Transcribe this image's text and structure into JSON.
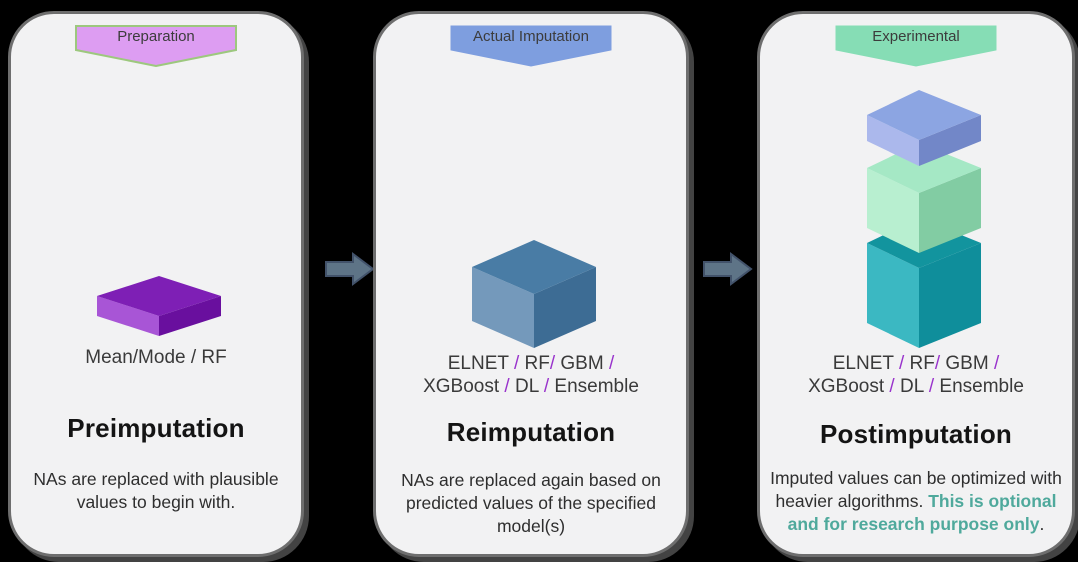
{
  "stage": {
    "background": "#000000",
    "panel_bg": "#F2F2F3",
    "panel_border": "#6E6E6E"
  },
  "arrow": {
    "fill": "#5E7487",
    "stroke": "#42526A"
  },
  "panels": [
    {
      "name": "preimputation",
      "ribbon": {
        "label": "Preparation",
        "fill": "#DD9DF2",
        "stroke": "#9DC87E"
      },
      "box": {
        "type": "flat-slab",
        "top": "#7E1FB5",
        "left": "#A855D6",
        "right": "#690F9E"
      },
      "models": {
        "lines": [
          [
            {
              "t": "Mean/Mode / RF"
            }
          ]
        ]
      },
      "heading": "Preimputation",
      "description": {
        "lines": [
          [
            {
              "t": "NAs are replaced with plausible values to begin with."
            }
          ]
        ]
      }
    },
    {
      "name": "reimputation",
      "ribbon": {
        "label": "Actual Imputation",
        "fill": "#7E9EDF",
        "stroke": "#7E9EDF"
      },
      "box": {
        "type": "cube",
        "top": "#497CA5",
        "left": "#7499BB",
        "right": "#3D6C94"
      },
      "models": {
        "lines": [
          [
            {
              "t": "ELNET "
            },
            {
              "t": "/",
              "color": "#9933CC"
            },
            {
              "t": " RF"
            },
            {
              "t": "/",
              "color": "#9933CC"
            },
            {
              "t": " GBM "
            },
            {
              "t": "/",
              "color": "#9933CC"
            }
          ],
          [
            {
              "t": "XGBoost "
            },
            {
              "t": "/",
              "color": "#9933CC"
            },
            {
              "t": " DL "
            },
            {
              "t": "/",
              "color": "#9933CC"
            },
            {
              "t": " Ensemble"
            }
          ]
        ]
      },
      "heading": "Reimputation",
      "description": {
        "lines": [
          [
            {
              "t": "NAs are replaced again based on predicted values of the specified model(s)"
            }
          ]
        ]
      }
    },
    {
      "name": "postimputation",
      "ribbon": {
        "label": "Experimental",
        "fill": "#86DDB5",
        "stroke": "#86DDB5"
      },
      "box": {
        "type": "stack",
        "cubes": [
          {
            "name": "blue-slab",
            "top": "#8CA5E2",
            "left": "#ABB8EC",
            "right": "#7287C8"
          },
          {
            "name": "green-cube",
            "top": "#A5E8C5",
            "left": "#B8EFD0",
            "right": "#82CCA3"
          },
          {
            "name": "teal-cube",
            "top": "#12949E",
            "left": "#3BB8C2",
            "right": "#0F8E9B"
          }
        ]
      },
      "models": {
        "lines": [
          [
            {
              "t": "ELNET "
            },
            {
              "t": "/",
              "color": "#9933CC"
            },
            {
              "t": " RF"
            },
            {
              "t": "/",
              "color": "#9933CC"
            },
            {
              "t": " GBM "
            },
            {
              "t": "/",
              "color": "#9933CC"
            }
          ],
          [
            {
              "t": "XGBoost "
            },
            {
              "t": "/",
              "color": "#9933CC"
            },
            {
              "t": " DL "
            },
            {
              "t": "/",
              "color": "#9933CC"
            },
            {
              "t": " Ensemble"
            }
          ]
        ]
      },
      "heading": "Postimputation",
      "description": {
        "lines": [
          [
            {
              "t": "Imputed values can be optimized with heavier algorithms. "
            },
            {
              "t": "This is optional and for research purpose only",
              "color": "#4FA99C",
              "bold": true
            },
            {
              "t": "."
            }
          ]
        ]
      }
    }
  ]
}
